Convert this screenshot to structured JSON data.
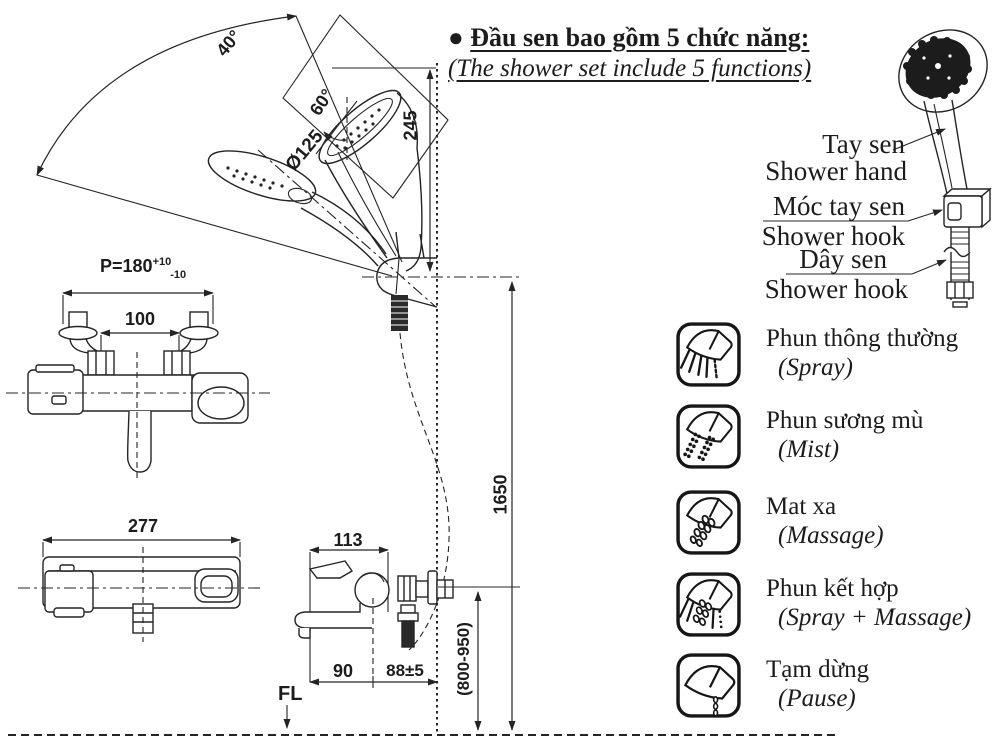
{
  "header": {
    "bullet": "●",
    "title_vi": "Đầu sen bao gồm 5 chức năng:",
    "title_en": "(The shower set include 5 functions)"
  },
  "shower_parts": [
    {
      "vi": "Tay sen",
      "en": "Shower hand"
    },
    {
      "vi": "Móc tay sen",
      "en": "Shower hook"
    },
    {
      "vi": "Dây sen",
      "en": "Shower hook"
    }
  ],
  "functions": [
    {
      "vi": "Phun thông thường",
      "en": "(Spray)",
      "icon": "spray-icon"
    },
    {
      "vi": "Phun sương mù",
      "en": "(Mist)",
      "icon": "mist-icon"
    },
    {
      "vi": "Mat xa",
      "en": "(Massage)",
      "icon": "massage-icon"
    },
    {
      "vi": "Phun kết hợp",
      "en": "(Spray + Massage)",
      "icon": "spray-massage-icon"
    },
    {
      "vi": "Tạm dừng",
      "en": "(Pause)",
      "icon": "pause-icon"
    }
  ],
  "dimensions": {
    "swivel_angle": "40°",
    "face_angle": "60°",
    "head_diameter": "Ø125",
    "head_height": "245",
    "pitch_base": "P=180",
    "pitch_upper_tol": "+10",
    "pitch_lower_tol": "-10",
    "inlet_spacing": "100",
    "body_width": "277",
    "body_depth": "113",
    "spout_reach": "90",
    "wall_offset": "88±5",
    "mount_height_range": "(800-950)",
    "hook_height": "1650",
    "floor_label": "FL"
  },
  "colors": {
    "line": "#242424",
    "background": "#ffffff"
  }
}
